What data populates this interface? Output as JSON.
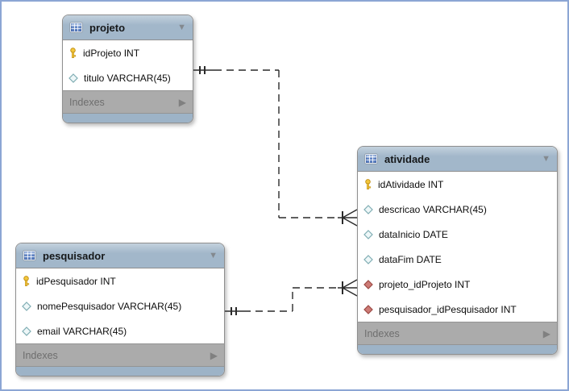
{
  "icons": {
    "collapse": "▼",
    "expand": "▶"
  },
  "tables": [
    {
      "name": "projeto",
      "columns": [
        {
          "type": "primary-key",
          "label": "idProjeto INT"
        },
        {
          "type": "nullable-column",
          "label": "titulo VARCHAR(45)"
        }
      ],
      "footer_label": "Indexes"
    },
    {
      "name": "atividade",
      "columns": [
        {
          "type": "primary-key",
          "label": "idAtividade INT"
        },
        {
          "type": "nullable-column",
          "label": "descricao VARCHAR(45)"
        },
        {
          "type": "nullable-column",
          "label": "dataInicio DATE"
        },
        {
          "type": "nullable-column",
          "label": "dataFim DATE"
        },
        {
          "type": "foreign-key",
          "label": "projeto_idProjeto INT"
        },
        {
          "type": "foreign-key",
          "label": "pesquisador_idPesquisador INT"
        }
      ],
      "footer_label": "Indexes"
    },
    {
      "name": "pesquisador",
      "columns": [
        {
          "type": "primary-key",
          "label": "idPesquisador INT"
        },
        {
          "type": "nullable-column",
          "label": "nomePesquisador VARCHAR(45)"
        },
        {
          "type": "nullable-column",
          "label": "email VARCHAR(45)"
        }
      ],
      "footer_label": "Indexes"
    }
  ],
  "relationships": [
    {
      "from_table": "projeto",
      "to_table": "atividade",
      "from_cardinality": "one-and-only-one",
      "to_cardinality": "one-or-many",
      "line_style": "dashed"
    },
    {
      "from_table": "pesquisador",
      "to_table": "atividade",
      "from_cardinality": "one-and-only-one",
      "to_cardinality": "one-or-many",
      "line_style": "dashed"
    }
  ],
  "colors": {
    "canvas_border": "#8ca6d4",
    "header": "#a2b7ca",
    "header_highlight": "#c3d1dd",
    "footer_strip": "#9db3c7",
    "indexes_bg": "#ababab",
    "indexes_text": "#6e6e6e",
    "table_border": "#8f8f8f",
    "pk_icon": "#f3c73b",
    "fk_icon": "#cd7b76",
    "column_icon": "#7fadb3",
    "relationship_line": "#2a2a2a"
  }
}
